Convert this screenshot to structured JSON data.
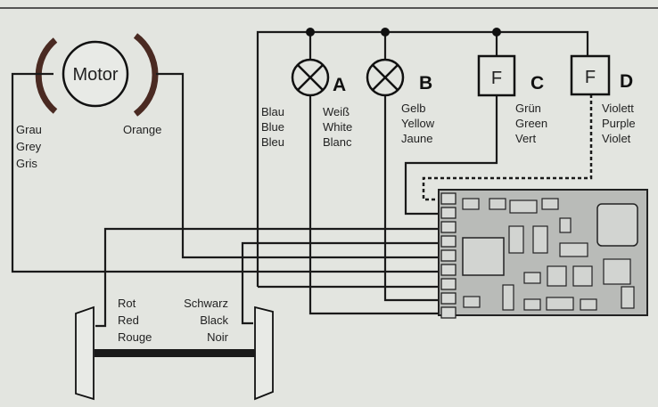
{
  "motor": {
    "label": "Motor",
    "left_wire": [
      "Grau",
      "Grey",
      "Gris"
    ],
    "right_wire": [
      "Orange"
    ]
  },
  "outputs": [
    {
      "letter": "A",
      "type": "lamp",
      "wire": [
        "Weiß",
        "White",
        "Blanc"
      ]
    },
    {
      "letter": "B",
      "type": "lamp",
      "wire": [
        "Gelb",
        "Yellow",
        "Jaune"
      ]
    },
    {
      "letter": "C",
      "type": "function",
      "box_label": "F",
      "wire": [
        "Grün",
        "Green",
        "Vert"
      ]
    },
    {
      "letter": "D",
      "type": "function",
      "box_label": "F",
      "wire": [
        "Violett",
        "Purple",
        "Violet"
      ]
    }
  ],
  "common_wire": [
    "Blau",
    "Blue",
    "Bleu"
  ],
  "wheels": {
    "left_wire": [
      "Rot",
      "Red",
      "Rouge"
    ],
    "right_wire": [
      "Schwarz",
      "Black",
      "Noir"
    ]
  },
  "colors": {
    "background": "#e3e5e0",
    "wire": "#1a1a1a",
    "motor_brush": "#4a2a22",
    "decoder": "#b9bbb8"
  }
}
